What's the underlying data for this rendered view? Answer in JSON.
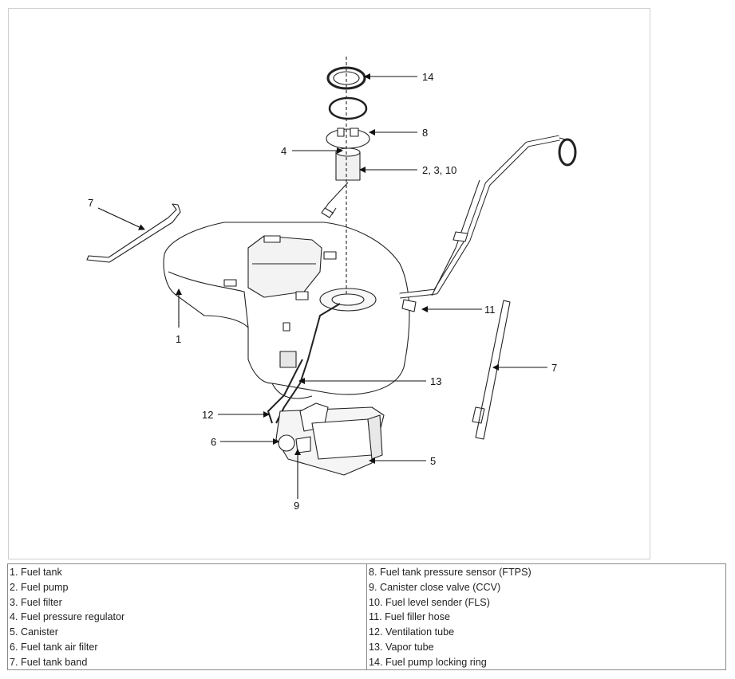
{
  "callouts": {
    "c14": "14",
    "c8": "8",
    "c4": "4",
    "c2_3_10": "2, 3, 10",
    "c7_left": "7",
    "c1": "1",
    "c11": "11",
    "c7_right": "7",
    "c13": "13",
    "c12": "12",
    "c6": "6",
    "c5": "5",
    "c9": "9"
  },
  "legend": {
    "left": [
      "1. Fuel tank",
      "2. Fuel pump",
      "3. Fuel filter",
      "4. Fuel pressure regulator",
      "5. Canister",
      "6. Fuel tank air filter",
      "7. Fuel tank band"
    ],
    "right": [
      "8. Fuel tank pressure sensor (FTPS)",
      "9. Canister close valve (CCV)",
      "10. Fuel level sender (FLS)",
      "11. Fuel filler hose",
      "12. Ventilation tube",
      "13. Vapor tube",
      "14. Fuel pump locking ring"
    ]
  }
}
